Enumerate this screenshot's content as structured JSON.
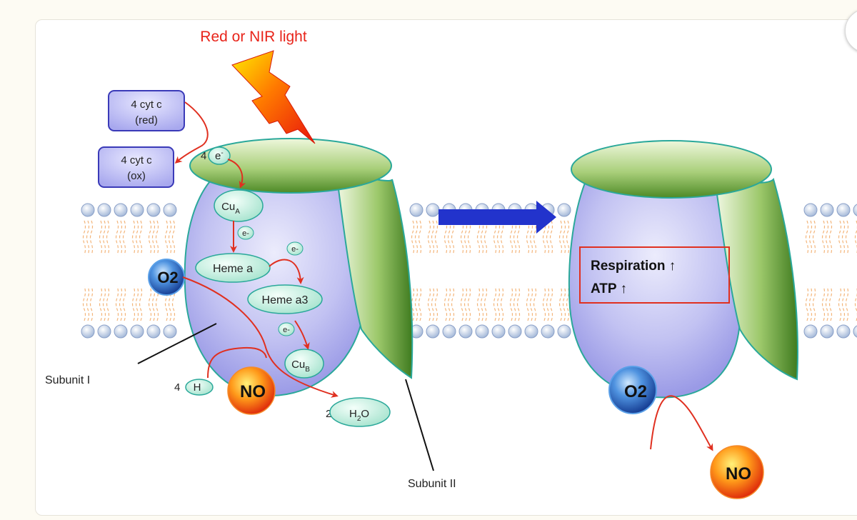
{
  "title": "Red or NIR light",
  "cyt_red": {
    "line1": "4 cyt c",
    "line2": "(red)"
  },
  "cyt_ox": {
    "line1": "4 cyt c",
    "line2": "(ox)"
  },
  "electrons": {
    "count": "4",
    "symbol": "e",
    "charge": "-"
  },
  "cua": {
    "base": "Cu",
    "sub": "A"
  },
  "e_minus": "e-",
  "heme_a": "Heme a",
  "heme_a3": "Heme a3",
  "cub": {
    "base": "Cu",
    "sub": "B"
  },
  "o2": "O2",
  "no": "NO",
  "protons": {
    "count": "4",
    "symbol": "H"
  },
  "water": {
    "count": "2",
    "pre": "H",
    "sub": "2",
    "post": "O"
  },
  "subunit1": "Subunit I",
  "subunit2": "Subunit II",
  "respiration": "Respiration ↑",
  "atp": "ATP ↑",
  "colors": {
    "light_red": "#e8241a",
    "arrow_blue": "#2233cc",
    "reaction_red": "#e03020",
    "lilac": "#b8b8f0",
    "green": "#5a8a2a"
  }
}
